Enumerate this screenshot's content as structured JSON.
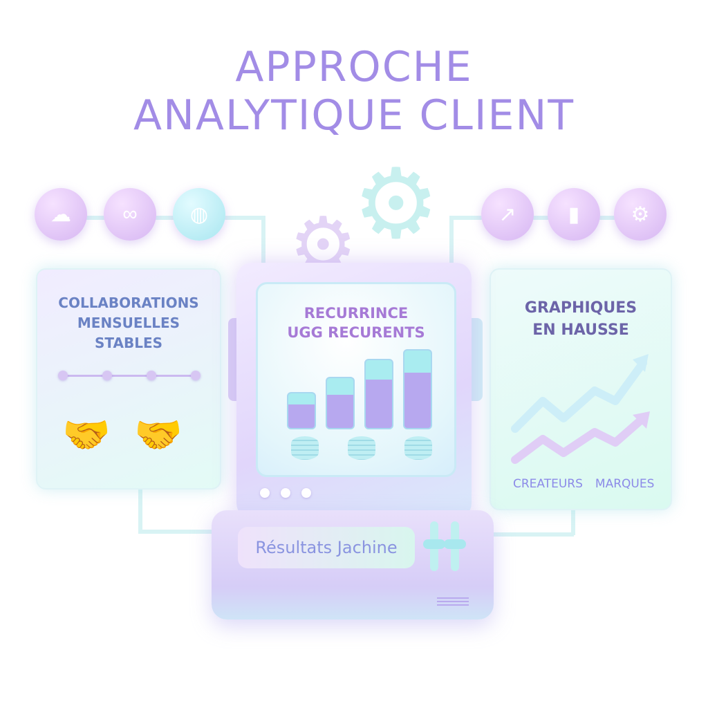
{
  "title": {
    "line1": "APPROCHE",
    "line2": "ANALYTIQUE CLIENT"
  },
  "icons_left": [
    "collaboration-icon",
    "link-icon",
    "globe-icon"
  ],
  "icons_right": [
    "trend-icon",
    "bar-chart-icon",
    "gear-icon"
  ],
  "left_panel": {
    "lines": [
      "COLLABORATIONS",
      "MENSUELLES",
      "STABLES"
    ]
  },
  "center_screen": {
    "lines": [
      "RECURRINCE",
      "UGG RECURENTS"
    ],
    "bar_fill": [
      0.55,
      0.65,
      0.75,
      0.78
    ]
  },
  "right_panel": {
    "lines": [
      "GRAPHIQUES",
      "EN HAUSSE"
    ],
    "legend": [
      "CREATEURS",
      "MARQUES"
    ]
  },
  "console": {
    "label": "Résultats Jachine"
  },
  "colors": {
    "title": "#a28ce6",
    "text": "#6c6cb8",
    "teal": "#a9ecf0",
    "lavender": "#b7a8ef"
  }
}
